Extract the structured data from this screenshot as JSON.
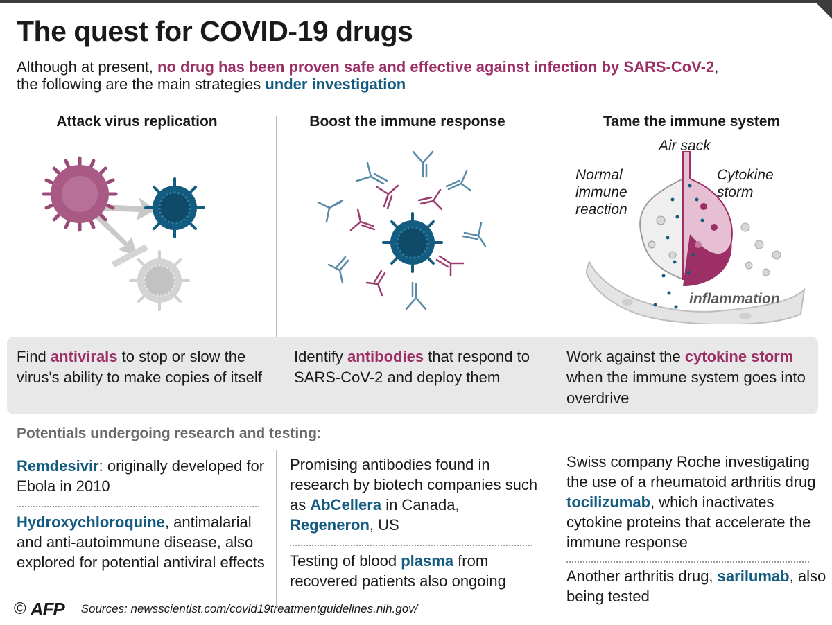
{
  "header": {
    "title": "The quest for COVID-19 drugs",
    "intro_a": "Although at present, ",
    "intro_highlight": "no drug has been proven safe and effective against infection by SARS-CoV-2",
    "intro_b": ",",
    "intro_c": "the following are the main strategies ",
    "intro_highlight2": "under investigation"
  },
  "columns": [
    {
      "heading": "Attack virus replication",
      "desc_a": "Find ",
      "desc_hl": "antivirals",
      "desc_b": " to stop or slow the virus's ability to make copies of itself"
    },
    {
      "heading": "Boost the immune response",
      "desc_a": "Identify ",
      "desc_hl": "antibodies",
      "desc_b": " that respond to SARS-CoV-2 and deploy them"
    },
    {
      "heading": "Tame the immune system",
      "desc_a": "Work against the ",
      "desc_hl": "cytokine storm",
      "desc_b": " when the immune system goes into overdrive"
    }
  ],
  "illustration": {
    "air_sack": "Air sack",
    "normal": "Normal immune reaction",
    "storm": "Cytokine storm",
    "inflammation": "inflammation"
  },
  "research": {
    "heading": "Potentials undergoing research and testing:",
    "col1": [
      {
        "drug": "Remdesivir",
        "text": ": originally developed for Ebola in 2010"
      },
      {
        "drug": "Hydroxychloroquine",
        "text": ", antimalarial and anti-autoimmune disease, also explored for potential antiviral effects"
      }
    ],
    "col2": {
      "p1_a": "Promising antibodies found in research by biotech companies such as ",
      "drug1": "AbCellera",
      "p1_b": " in Canada, ",
      "drug2": "Regeneron",
      "p1_c": ", US",
      "p2_a": "Testing of blood ",
      "drug3": "plasma",
      "p2_b": " from recovered patients also ongoing"
    },
    "col3": {
      "p1_a": "Swiss company Roche investigating the use of a rheumatoid arthritis drug ",
      "drug1": "tocilizumab",
      "p1_b": ", which inactivates cytokine proteins that accelerate the immune response",
      "p2_a": "Another arthritis drug, ",
      "drug2": "sarilumab",
      "p2_b": ", also being tested"
    }
  },
  "footer": {
    "copyright": "©",
    "agency": "AFP",
    "sources": "Sources: newsscientist.com/covid19treatmentguidelines.nih.gov/"
  },
  "colors": {
    "magenta": "#9b2f66",
    "blue": "#135c80",
    "band": "#e8e8e8"
  }
}
